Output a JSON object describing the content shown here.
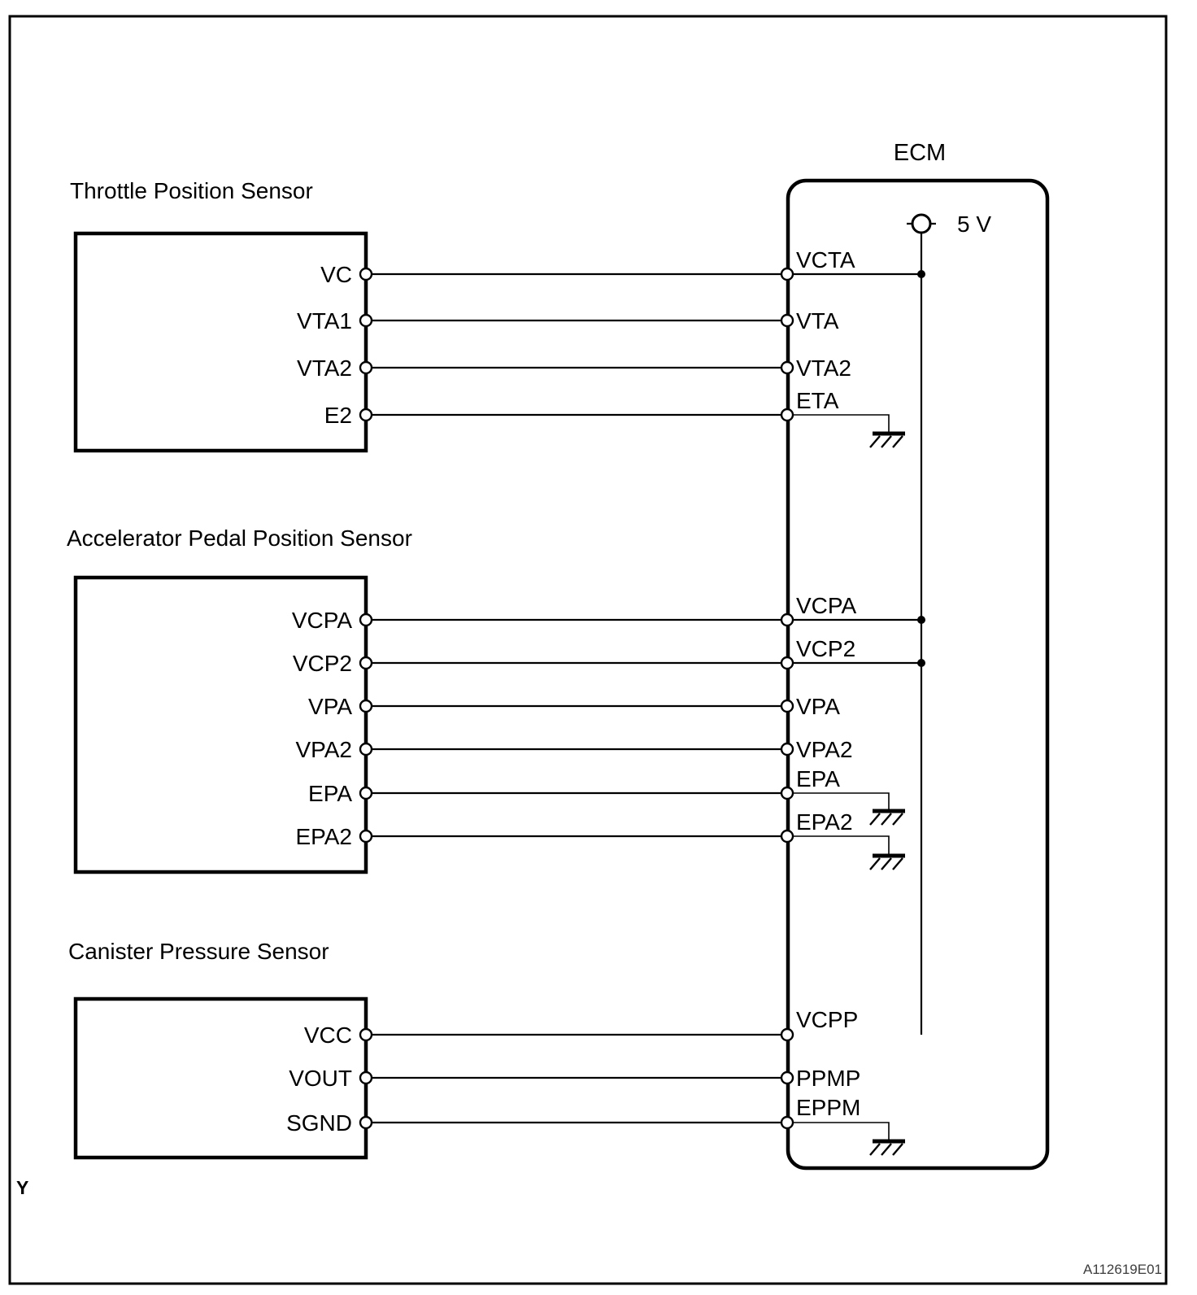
{
  "figure": {
    "ecm_label": "ECM",
    "supply_label": "5 V",
    "page_marker": "Y",
    "doc_code": "A112619E01"
  },
  "sensors": [
    {
      "title": "Throttle Position Sensor",
      "pins": [
        "VC",
        "VTA1",
        "VTA2",
        "E2"
      ]
    },
    {
      "title": "Accelerator Pedal Position Sensor",
      "pins": [
        "VCPA",
        "VCP2",
        "VPA",
        "VPA2",
        "EPA",
        "EPA2"
      ]
    },
    {
      "title": "Canister Pressure Sensor",
      "pins": [
        "VCC",
        "VOUT",
        "SGND"
      ]
    }
  ],
  "ecm": {
    "pins": [
      "VCTA",
      "VTA",
      "VTA2",
      "ETA",
      "VCPA",
      "VCP2",
      "VPA",
      "VPA2",
      "EPA",
      "EPA2",
      "VCPP",
      "PPMP",
      "EPPM"
    ]
  }
}
